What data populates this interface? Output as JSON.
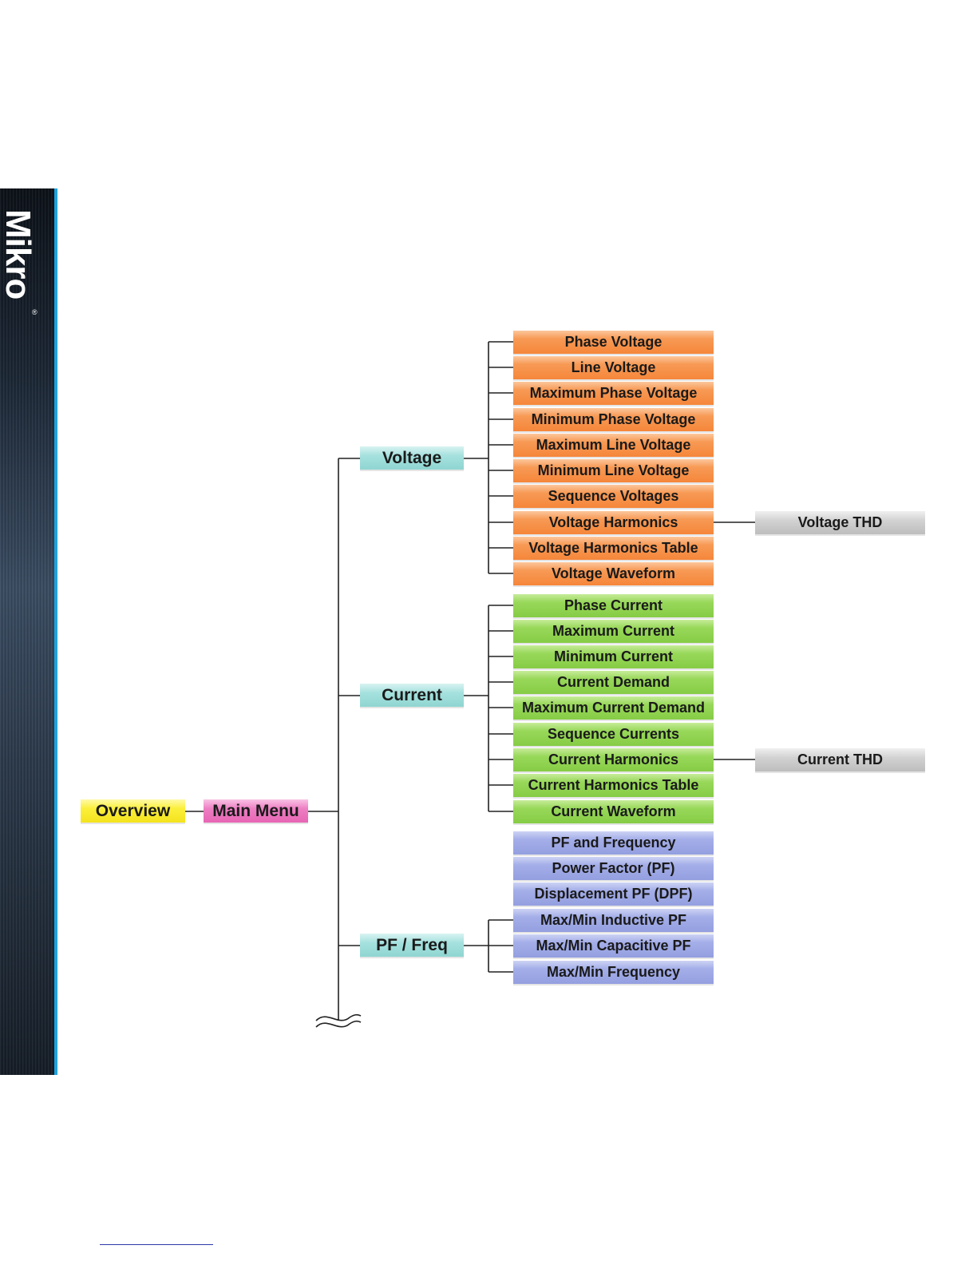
{
  "brand": {
    "logo_text": "Mikro",
    "registered_mark": "®",
    "accent_color": "#1fa3dd"
  },
  "root": {
    "overview": "Overview",
    "main_menu": "Main Menu"
  },
  "categories": [
    {
      "label": "Voltage",
      "color": "#f5863a",
      "items": [
        "Phase Voltage",
        "Line Voltage",
        "Maximum Phase Voltage",
        "Minimum Phase Voltage",
        "Maximum Line Voltage",
        "Minimum Line Voltage",
        "Sequence Voltages",
        "Voltage Harmonics",
        "Voltage Harmonics Table",
        "Voltage Waveform"
      ],
      "sub": {
        "parent": "Voltage Harmonics",
        "label": "Voltage THD"
      }
    },
    {
      "label": "Current",
      "color": "#86cc45",
      "items": [
        "Phase Current",
        "Maximum Current",
        "Minimum Current",
        "Current Demand",
        "Maximum Current Demand",
        "Sequence Currents",
        "Current Harmonics",
        "Current Harmonics Table",
        "Current Waveform"
      ],
      "sub": {
        "parent": "Current Harmonics",
        "label": "Current THD"
      }
    },
    {
      "label": "PF / Freq",
      "color": "#949fe0",
      "items": [
        "PF and Frequency",
        "Power Factor (PF)",
        "Displacement PF (DPF)",
        "Max/Min Inductive PF",
        "Max/Min Capacitive PF",
        "Max/Min Frequency"
      ]
    }
  ]
}
